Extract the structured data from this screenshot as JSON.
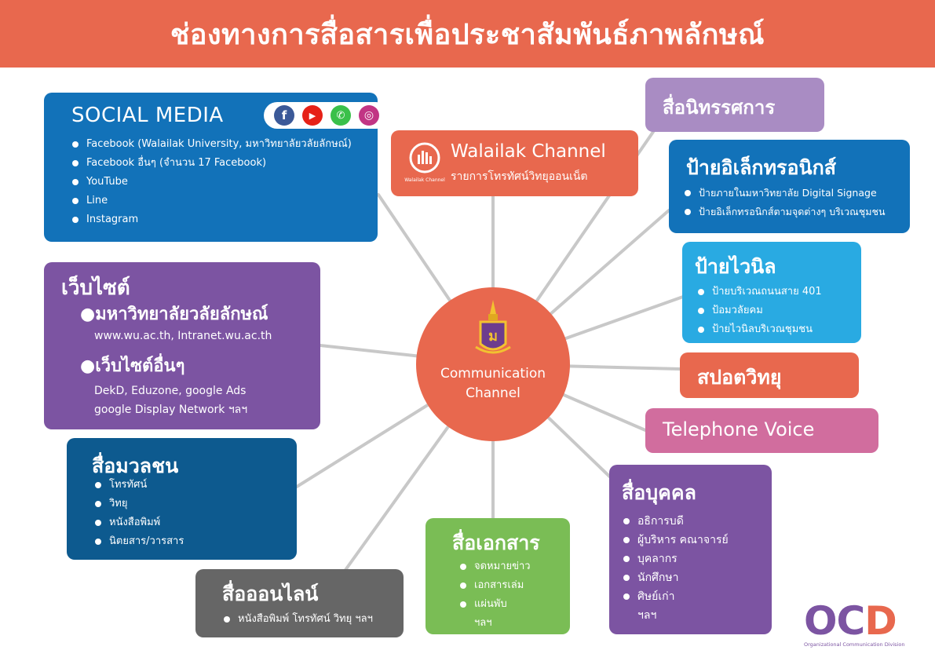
{
  "header": {
    "title": "ช่องทางการสื่อสารเพื่อประชาสัมพันธ์ภาพลักษณ์"
  },
  "center": {
    "line1": "Communication",
    "line2": "Channel"
  },
  "social": {
    "title": "SOCIAL MEDIA",
    "items": [
      "Facebook (Walailak University, มหาวิทยาลัยวลัยลักษณ์)",
      "Facebook อื่นๆ (จำนวน 17 Facebook)",
      "YouTube",
      "Line",
      "Instagram"
    ],
    "icon_labels": [
      "f",
      "▶",
      "✆",
      "◎"
    ]
  },
  "walailak": {
    "title": "Walailak Channel",
    "subtitle": "รายการโทรทัศน์วิทยุออนเน็ต",
    "logo_text": "Walailak Channel"
  },
  "exhibition": {
    "title": "สื่อนิทรรศการ"
  },
  "electronic": {
    "title": "ป้ายอิเล็กทรอนิกส์",
    "items": [
      "ป้ายภายในมหาวิทยาลัย  Digital Signage",
      "ป้ายอิเล็กทรอนิกส์ตามจุดต่างๆ บริเวณชุมชน"
    ]
  },
  "vinyl": {
    "title": "ป้ายไวนิล",
    "items": [
      "ป้ายบริเวณถนนสาย 401",
      "ป้อมวลัยคม",
      "ป้ายไวนิลบริเวณชุมชน"
    ]
  },
  "radio_spot": {
    "title": "สปอตวิทยุ"
  },
  "telephone": {
    "title": "Telephone Voice"
  },
  "website": {
    "title": "เว็บไซต์",
    "group1_title": "●มหาวิทยาลัยวลัยลักษณ์",
    "group1_text": "www.wu.ac.th, Intranet.wu.ac.th",
    "group2_title": "●เว็บไซต์อื่นๆ",
    "group2_line1": "DekD, Eduzone, google Ads",
    "group2_line2": "google Display Network ฯลฯ"
  },
  "mass_media": {
    "title": "สื่อมวลชน",
    "items": [
      "โทรทัศน์",
      "วิทยุ",
      "หนังสือพิมพ์",
      "นิตยสาร/วารสาร"
    ]
  },
  "online": {
    "title": "สื่อออนไลน์",
    "items": [
      "หนังสือพิมพ์ โทรทัศน์ วิทยุ ฯลฯ"
    ]
  },
  "documents": {
    "title": "สื่อเอกสาร",
    "items": [
      "จดหมายข่าว",
      "เอกสารเล่ม",
      "แผ่นพับ"
    ],
    "extra": "ฯลฯ"
  },
  "personal": {
    "title": "สื่อบุคคล",
    "items": [
      "อธิการบดี",
      "ผู้บริหาร คณาจารย์",
      "บุคลากร",
      "นักศึกษา",
      "ศิษย์เก่า"
    ],
    "extra": "ฯลฯ"
  },
  "ocd": {
    "logo": "OCD",
    "caption": "Organizational Communication Division"
  },
  "colors": {
    "header": "#e8684e",
    "blue": "#1272b9",
    "purple": "#7c54a2",
    "navy": "#0d5a8f",
    "gray": "#666666",
    "green": "#7abd55",
    "light_purple": "#a98cc3",
    "sky": "#29aae2",
    "pink": "#d16d9e",
    "line": "#c8c8c8"
  }
}
